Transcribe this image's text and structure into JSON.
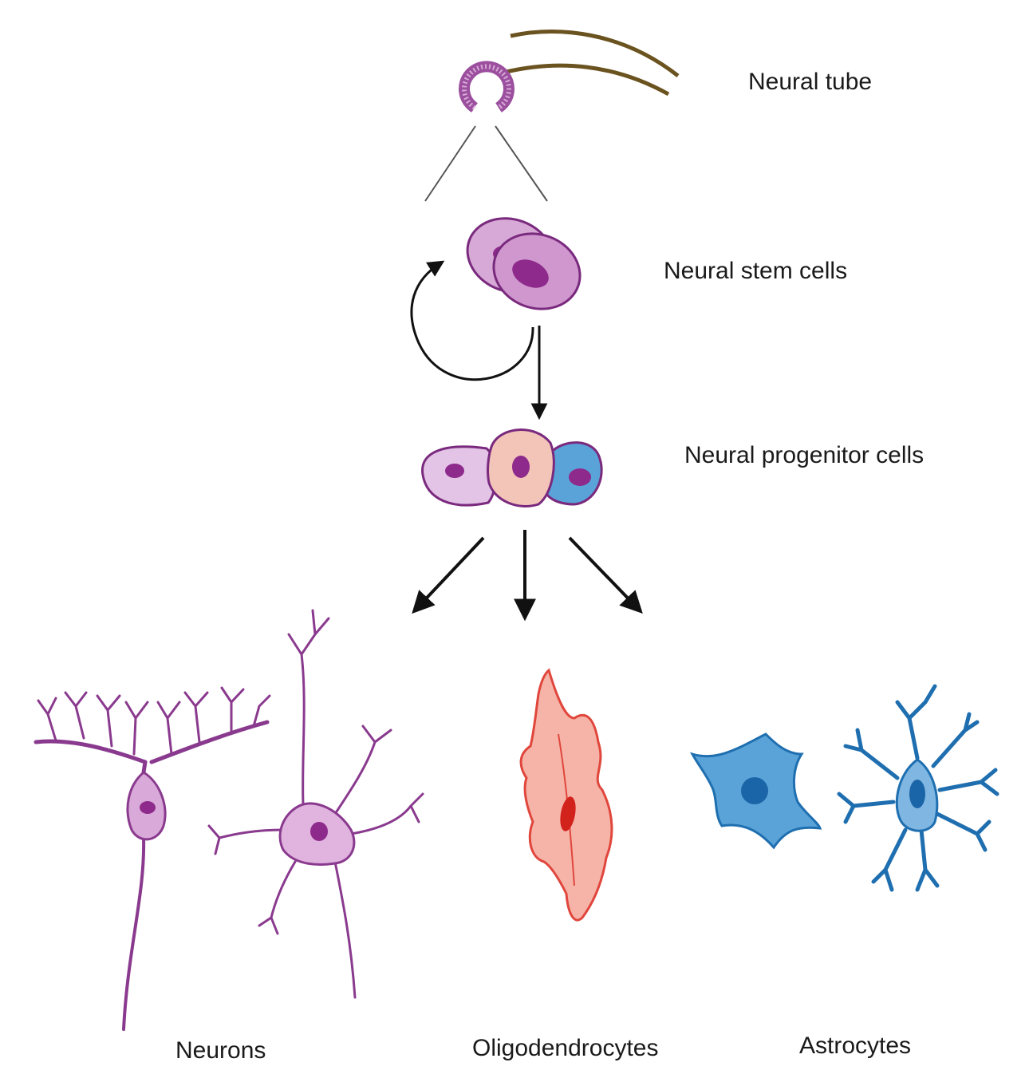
{
  "labels": {
    "neural_tube": "Neural tube",
    "neural_stem_cells": "Neural stem cells",
    "neural_progenitor_cells": "Neural progenitor cells",
    "neurons": "Neurons",
    "oligodendrocytes": "Oligodendrocytes",
    "astrocytes": "Astrocytes"
  },
  "colors": {
    "purple": "#9b4f9e",
    "purple_light": "#d7a9d6",
    "purple_dark": "#7a2a7e",
    "nucleus": "#8e2a8c",
    "peach": "#f3c5b8",
    "blue": "#5aa3d8",
    "blue_dark": "#1f6fb0",
    "red": "#e0463c",
    "red_fill": "#f6b4a8",
    "brown": "#6b5320"
  }
}
